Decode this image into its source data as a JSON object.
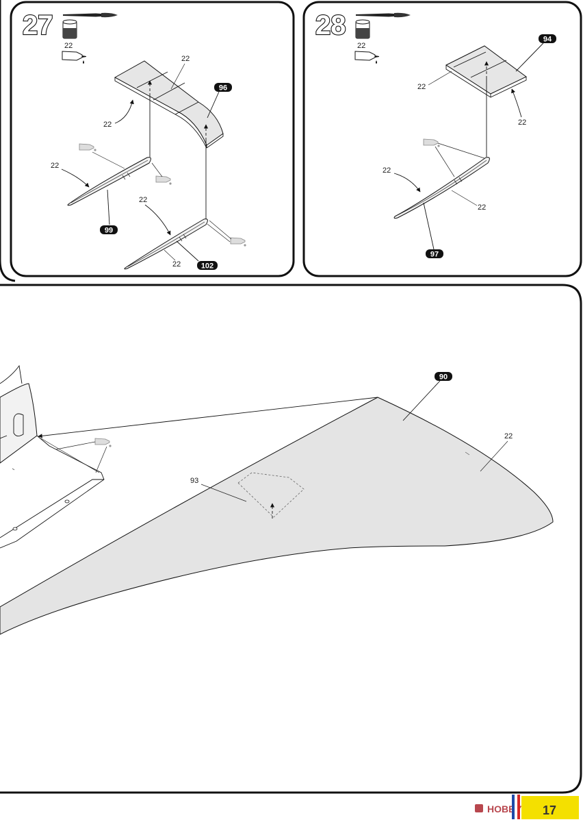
{
  "steps": [
    {
      "number": "27",
      "paint_code": "22",
      "labels": {
        "top": "22",
        "left": "22",
        "runner_left": "22",
        "middle": "22",
        "bottom": "22"
      },
      "parts": {
        "flap": "96",
        "runner_a": "99",
        "runner_b": "102"
      }
    },
    {
      "number": "28",
      "paint_code": "22",
      "labels": {
        "left": "22",
        "right": "22",
        "runner_left": "22",
        "runner_right": "22"
      },
      "parts": {
        "flap": "94",
        "runner": "97"
      }
    }
  ],
  "main": {
    "labels": {
      "wing_paint": "22",
      "insert": "93"
    },
    "parts": {
      "wing": "90"
    }
  },
  "footer": {
    "page_number": "17",
    "watermark": "HOBBY SEARCH"
  },
  "colors": {
    "part_fill": "#e6e6e6",
    "ink": "#111111",
    "watermark": "#b8474e",
    "badge_yellow": "#f4e000",
    "flag_blue": "#1f4aa8",
    "flag_red": "#d62828"
  },
  "icons": [
    "paint-brush-icon",
    "paint-pot-icon",
    "glue-tube-icon"
  ]
}
